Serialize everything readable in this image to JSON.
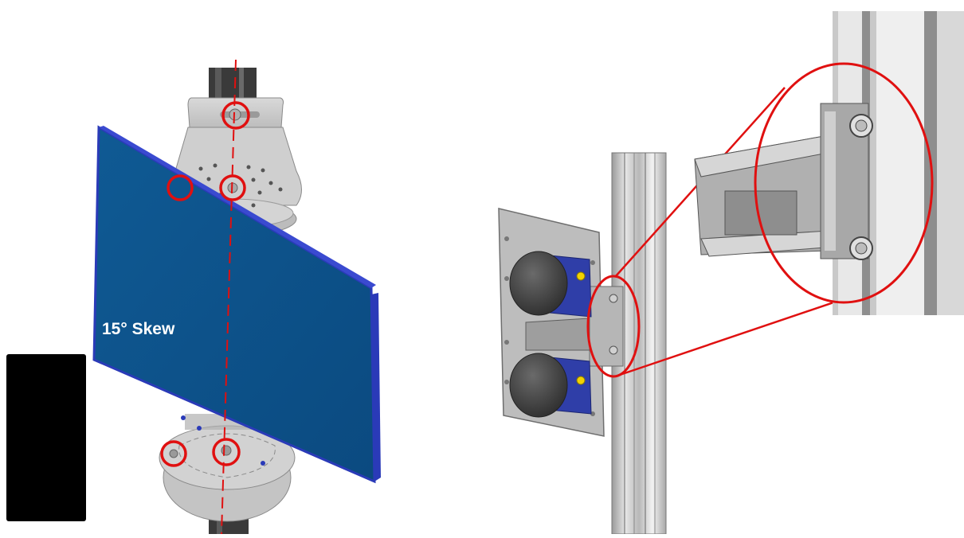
{
  "left_figure": {
    "label": "15° Skew",
    "skew_angle_deg": 15,
    "highlighted_fasteners": 5,
    "panel_color": "#0d5189",
    "panel_edge_color": "#2a3ab8",
    "highlight_color": "#e01010",
    "centerline_color": "#e01010"
  },
  "right_figure": {
    "sensor_count": 2,
    "sensor_color": "#2f3ea8",
    "zoom_callout": true
  },
  "icons": [
    "mounting-bracket-icon",
    "bolt-icon",
    "laser-sensor-icon",
    "extrusion-rail-icon"
  ]
}
